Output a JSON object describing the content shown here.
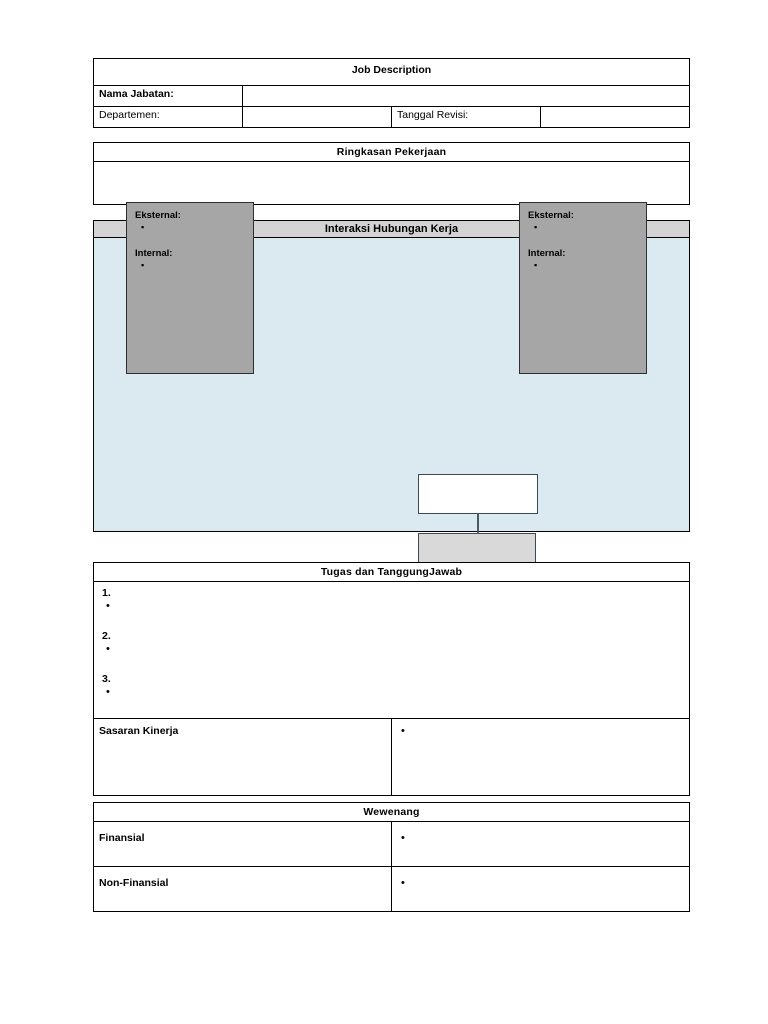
{
  "document": {
    "title": "Job Description"
  },
  "header": {
    "title": "Job Description",
    "rows": [
      {
        "label": "Nama Jabatan:",
        "value": ""
      },
      {
        "label": "Departemen:",
        "value": "",
        "label2": "Tanggal Revisi:",
        "value2": ""
      }
    ]
  },
  "ringkasan": {
    "band_title": "Ringkasan Pekerjaan",
    "body": ""
  },
  "interaksi": {
    "band_title": "Interaksi Hubungan Kerja",
    "left_panel": {
      "eksternal_label": "Eksternal:",
      "eksternal_bullet": "▪",
      "internal_label": "Internal:",
      "internal_bullet": "▪"
    },
    "right_panel": {
      "eksternal_label": "Eksternal:",
      "eksternal_bullet": "▪",
      "internal_label": "Internal:",
      "internal_bullet": "▪"
    },
    "org_chart": {
      "top_box": "",
      "middle_box": "",
      "focus_box": "",
      "children": [
        "",
        "",
        ""
      ],
      "left_arrow": "arrow-right-glyph",
      "right_arrow": "arrow-right-glyph"
    }
  },
  "tugas": {
    "band_title": "Tugas dan TanggungJawab",
    "items": [
      {
        "number": "1.",
        "bullet": "•"
      },
      {
        "number": "2.",
        "bullet": "•"
      },
      {
        "number": "3.",
        "bullet": "•"
      }
    ],
    "sasaran": {
      "label": "Sasaran Kinerja",
      "bullet": "•"
    }
  },
  "wewenang": {
    "band_title": "Wewenang",
    "rows": [
      {
        "label": "Finansial",
        "bullet": "•"
      },
      {
        "label": "Non-Finansial",
        "bullet": "•"
      }
    ]
  },
  "colors": {
    "band_gray": "#d4d4d4",
    "panel_gray": "#a6a6a6",
    "section_blue": "#dbeaf1",
    "box_gray": "#d9d9d9",
    "box_black": "#000000"
  }
}
